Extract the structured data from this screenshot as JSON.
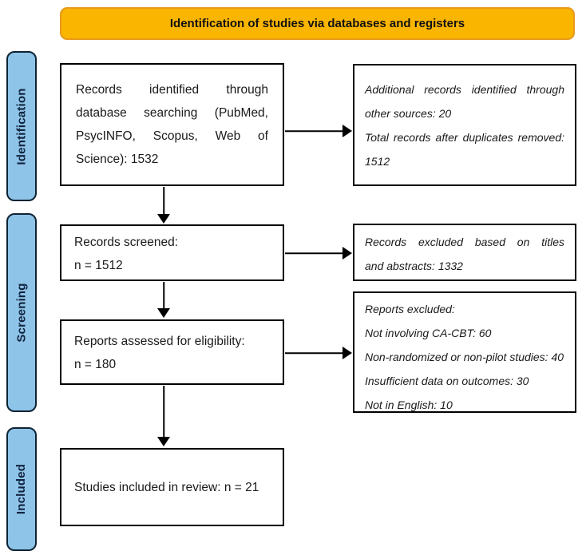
{
  "banner": {
    "title": "Identification of studies via databases and registers"
  },
  "sidebar": {
    "stages": [
      {
        "label": "Identification"
      },
      {
        "label": "Screening"
      },
      {
        "label": "Included"
      }
    ]
  },
  "flow": {
    "records_identified": {
      "lines": [
        "Records identified through",
        "database searching (PubMed,",
        "PsycINFO, Scopus, Web of",
        "Science): 1532"
      ]
    },
    "records_screened": {
      "lines": [
        "Records screened:",
        "n = 1512"
      ]
    },
    "reports_assessed": {
      "lines": [
        "Reports assessed for eligibility:",
        "n = 180"
      ]
    },
    "studies_included": {
      "text": "Studies included in review: n = 21"
    }
  },
  "side_notes": {
    "additional_records": {
      "lines": [
        "Additional records identified through",
        "other sources: 20",
        "Total records after duplicates removed:",
        "1512"
      ]
    },
    "records_excluded": {
      "lines": [
        "Records excluded based on titles",
        "and abstracts: 1332"
      ]
    },
    "reports_excluded": {
      "lines": [
        "Reports excluded:",
        "Not involving CA-CBT: 60",
        "Non-randomized or non-pilot studies: 40",
        "Insufficient data on outcomes: 30",
        "Not in English: 10"
      ]
    }
  },
  "colors": {
    "banner_fill": "#F9B500",
    "banner_border": "#E9991C",
    "stage_fill": "#8FC4E9",
    "stage_border": "#0E2433",
    "box_border": "#000000"
  }
}
